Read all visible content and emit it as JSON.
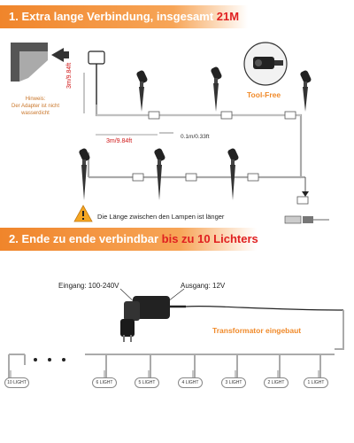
{
  "section1": {
    "title_prefix": "1. Extra lange Verbindung, insgesamt ",
    "title_highlight": "21M"
  },
  "section1_labels": {
    "cable_long_vertical": "3m/9.84ft",
    "cable_long_horizontal": "3m/9.84ft",
    "cable_short": "0.1m/0.33ft",
    "adapter_note": "Hinweis:\nDer Adapter ist nicht wasserdicht",
    "tool_free": "Tool-Free",
    "warning": "Die Länge zwischen den Lampen ist länger"
  },
  "section2": {
    "title_prefix": "2. Ende zu ende verbindbar ",
    "title_highlight": "bis zu 10 Lichters"
  },
  "section2_labels": {
    "input": "Eingang: 100-240V",
    "output": "Ausgang: 12V",
    "transformer": "Transformator eingebaut"
  },
  "lights": [
    "10 LIGHT",
    "6 LIGHT",
    "5 LIGHT",
    "4 LIGHT",
    "3 LIGHT",
    "2 LIGHT",
    "1 LIGHT"
  ],
  "colors": {
    "banner": "#f0852b",
    "highlight": "#e02020",
    "accent": "#f08a2a"
  }
}
